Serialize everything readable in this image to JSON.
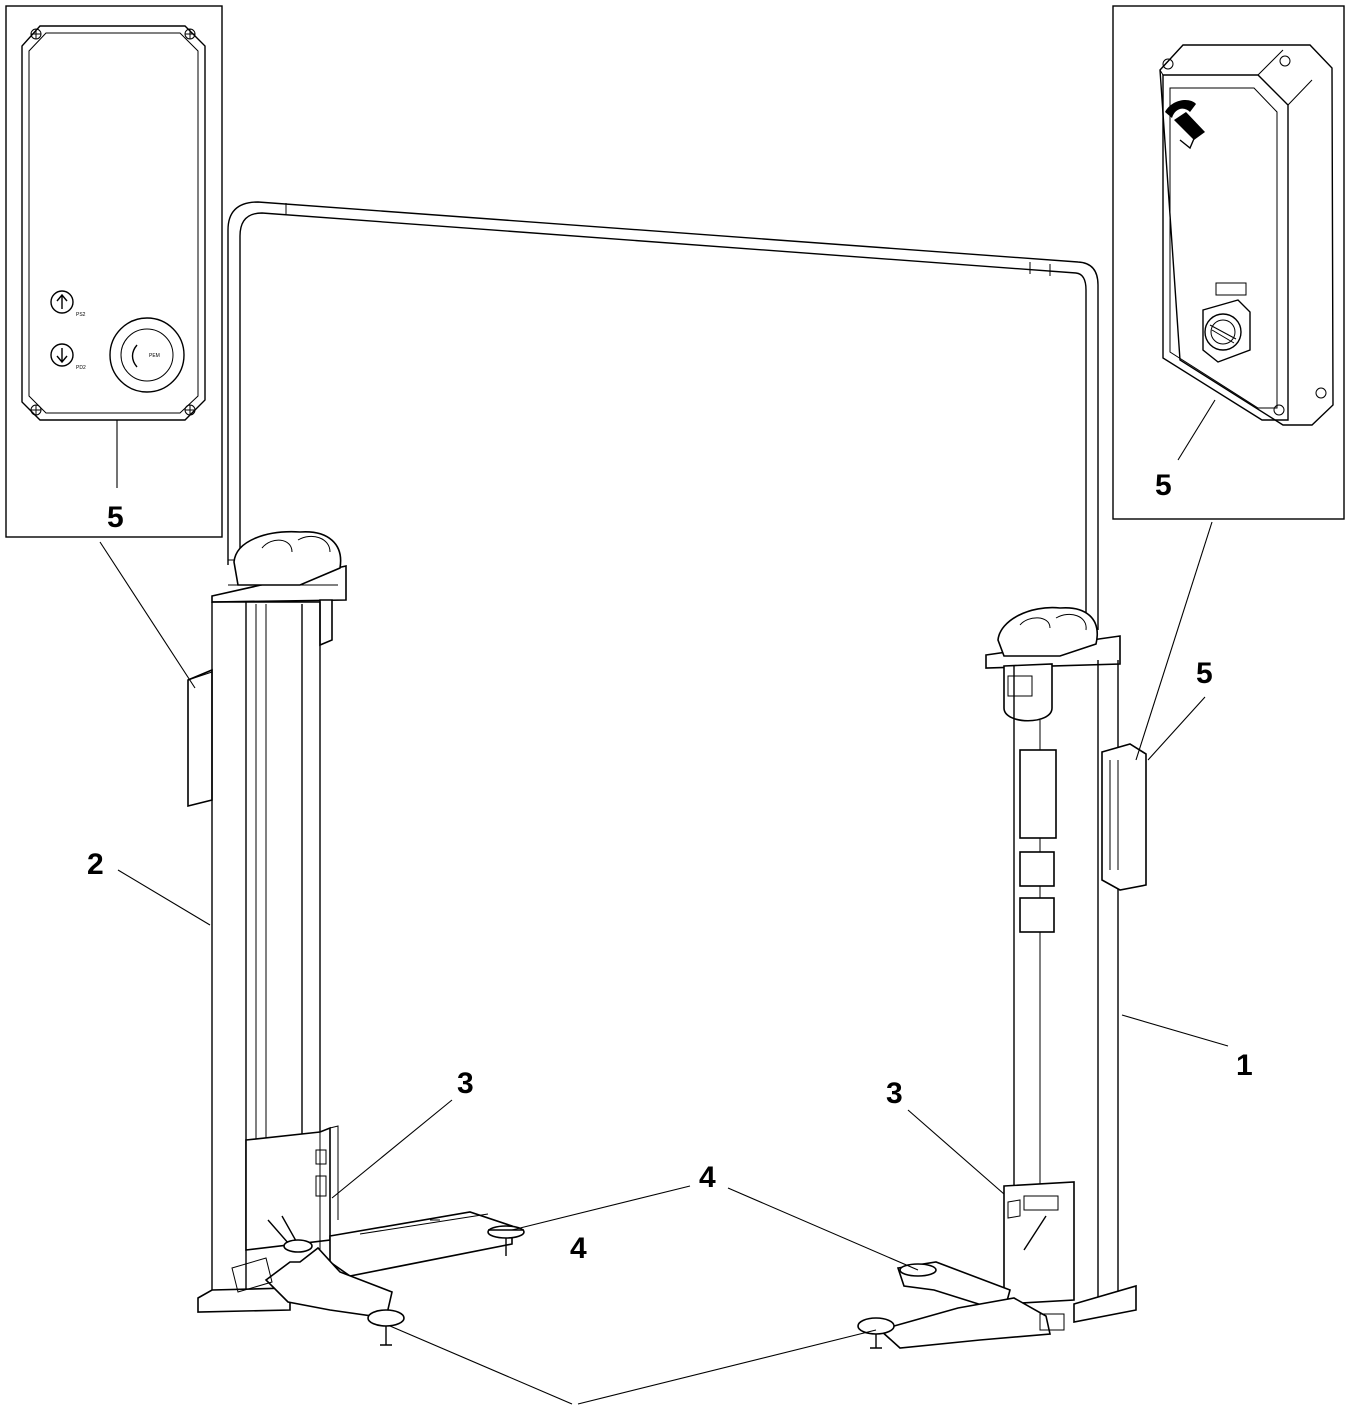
{
  "callouts": {
    "column_right": "1",
    "column_left": "2",
    "carriage_left": "3",
    "carriage_right": "3",
    "arm_top": "4",
    "arm_mid": "4",
    "control_box_inset_left": "5",
    "control_box_inset_right": "5",
    "control_box_column": "5"
  },
  "panel_labels": {
    "up_button": "PS2",
    "down_button": "PD2",
    "main_switch": "PEM"
  },
  "icons": {
    "up": "arrow-up-icon",
    "down": "arrow-down-icon",
    "brand": "brand-logo-icon"
  }
}
